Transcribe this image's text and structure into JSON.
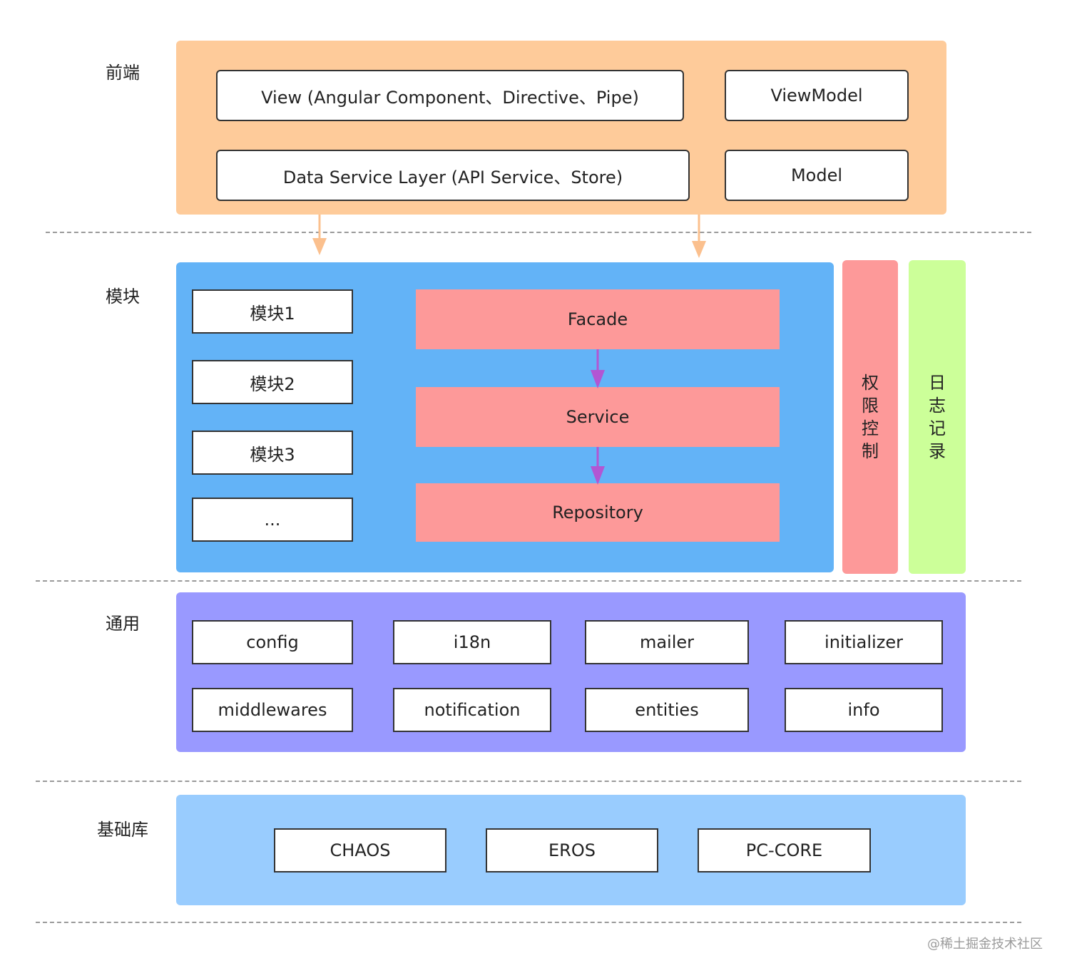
{
  "layers": {
    "frontend": "前端",
    "modules": "模块",
    "common": "通用",
    "base": "基础库"
  },
  "frontend": {
    "view": "View (Angular Component、Directive、Pipe)",
    "viewmodel": "ViewModel",
    "data_service": "Data Service Layer (API Service、Store)",
    "model": "Model"
  },
  "modules": {
    "items": [
      "模块1",
      "模块2",
      "模块3",
      "..."
    ],
    "facade": "Facade",
    "service": "Service",
    "repository": "Repository"
  },
  "side": {
    "permission": [
      "权",
      "限",
      "控",
      "制"
    ],
    "logging": [
      "日",
      "志",
      "记",
      "录"
    ]
  },
  "common": {
    "items": [
      "config",
      "i18n",
      "mailer",
      "initializer",
      "middlewares",
      "notification",
      "entities",
      "info"
    ]
  },
  "base": {
    "items": [
      "CHAOS",
      "EROS",
      "PC-CORE"
    ]
  },
  "watermark": "@稀土掘金技术社区",
  "colors": {
    "frontend_panel": "#fecb9a",
    "modules_panel": "#63b3f7",
    "permission_panel": "#fd9999",
    "logging_panel": "#ccff99",
    "common_panel": "#9999ff",
    "base_panel": "#99ccfe",
    "flow_box": "#fd9999",
    "orange_arrow": "#fbc08e",
    "purple_arrow": "#b256d3"
  }
}
